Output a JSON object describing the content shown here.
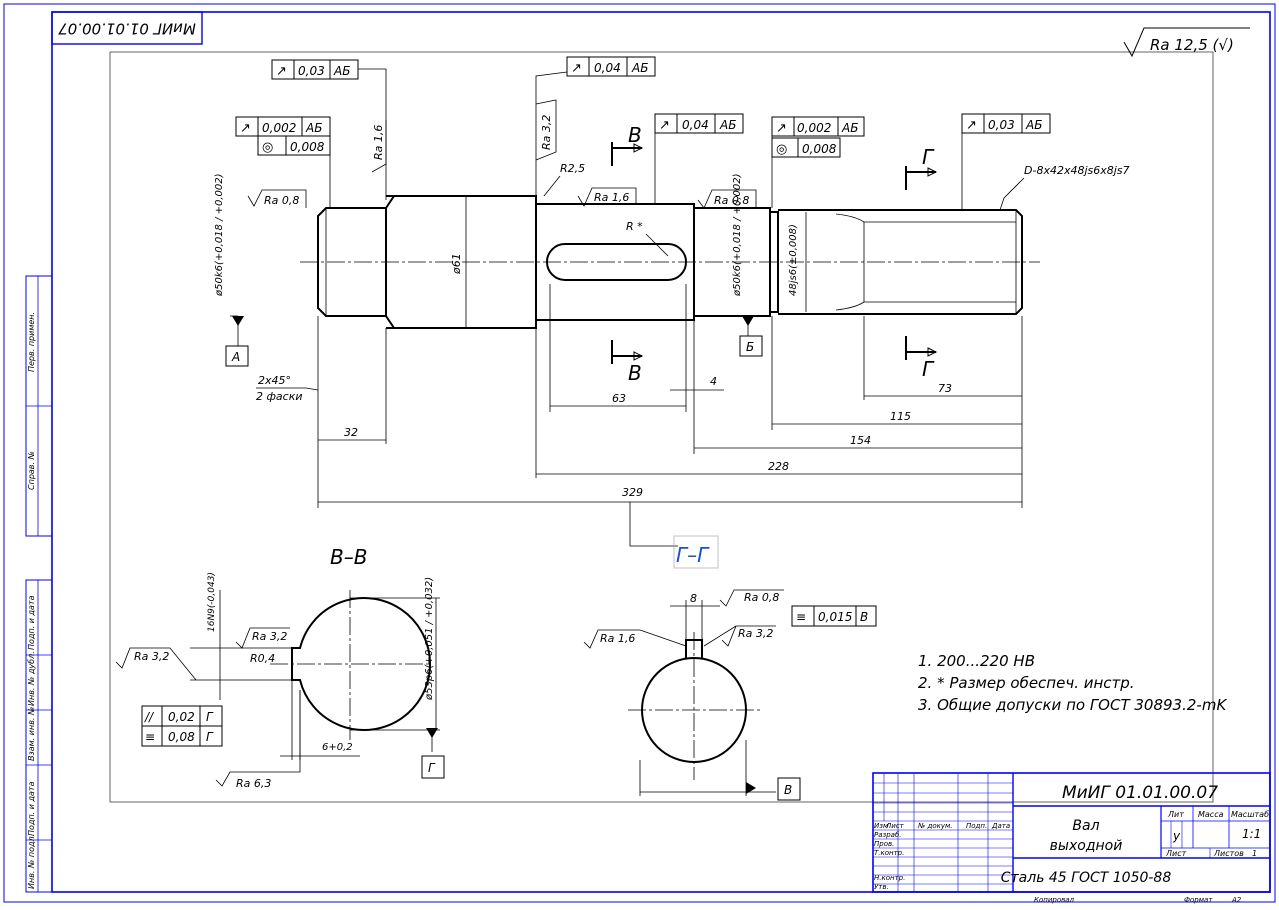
{
  "stamp": {
    "code_rotated": "МиИГ 01.01.00.07",
    "roughness_general": "Ra 12,5 (√)"
  },
  "main_view": {
    "leaders": {
      "l1": {
        "sym": "↗",
        "val": "0,03",
        "base": "АБ"
      },
      "l2": {
        "sym": "↗",
        "val": "0,002",
        "base": "АБ"
      },
      "l2b": {
        "sym": "◎",
        "val": "0,008"
      },
      "l3": {
        "sym": "↗",
        "val": "0,04",
        "base": "АБ"
      },
      "l4": {
        "sym": "↗",
        "val": "0,04",
        "base": "АБ"
      },
      "l5": {
        "sym": "↗",
        "val": "0,002",
        "base": "АБ"
      },
      "l5b": {
        "sym": "◎",
        "val": "0,008"
      },
      "l6": {
        "sym": "↗",
        "val": "0,03",
        "base": "АБ"
      }
    },
    "rough": {
      "r1": "Ra 0,8",
      "r2": "Ra 1,6",
      "r3": "Ra 3,2",
      "r4": "Ra 1,6",
      "r5": "Ra 0,8"
    },
    "labels": {
      "r25": "R2,5",
      "rstar": "R *",
      "spline": "D-8x42x48js6x8js7",
      "d50a": "ø50k6(+0,018 / +0,002)",
      "d61": "ø61",
      "d50b": "ø50k6(+0,018 / +0,002)",
      "d48": "48js6(±0,008)",
      "secB_top": "В",
      "secB_bot": "В",
      "secG_top": "Г",
      "secG_bot": "Г",
      "baseA": "А",
      "baseB": "Б",
      "chamfer1": "2x45°",
      "chamfer2": "2 фаски",
      "dim32": "32",
      "dim63": "63",
      "dim4": "4",
      "dim73": "73",
      "dim115": "115",
      "dim154": "154",
      "dim228": "228",
      "dim329": "329",
      "viewGG": "Г–Г"
    }
  },
  "section_bb": {
    "title": "В–В",
    "key": "16N9(-0,043)",
    "r04": "R0,4",
    "d53": "ø53p6(+0,051 / +0,032)",
    "dim6": "6+0,2",
    "ra32a": "Ra 3,2",
    "ra32b": "Ra 3,2",
    "ra63": "Ra 6,3",
    "baseG": "Г",
    "tol1": {
      "sym": "//",
      "val": "0,02",
      "base": "Г"
    },
    "tol2": {
      "sym": "≡",
      "val": "0,08",
      "base": "Г"
    }
  },
  "section_gg": {
    "dim8": "8",
    "ra08": "Ra 0,8",
    "ra16": "Ra 1,6",
    "ra32": "Ra 3,2",
    "tol": {
      "sym": "≡",
      "val": "0,015",
      "base": "В"
    },
    "baseB": "В"
  },
  "notes": [
    "1. 200...220 HB",
    "2. * Размер обеспеч. инстр.",
    "3. Общие допуски по ГОСТ 30893.2-mK"
  ],
  "side_strip": [
    "Перв. примен.",
    "Справ. №",
    "Подп. и дата",
    "Инв. № дубл.",
    "Взам. инв. №",
    "Подп. и дата",
    "Инв. № подл."
  ],
  "title_block": {
    "code": "МиИГ 01.01.00.07",
    "name1": "Вал",
    "name2": "выходной",
    "material": "Сталь 45 ГОСТ 1050-88",
    "col_lit": "Лит",
    "col_mass": "Масса",
    "col_scale": "Масштаб",
    "lit_val": "у",
    "scale_val": "1:1",
    "sheet": "Лист",
    "sheets": "Листов",
    "sheets_val": "1",
    "rows": [
      "Изм",
      "Лист",
      "№ докум.",
      "Подп.",
      "Дата"
    ],
    "roles": [
      "Разраб.",
      "Пров.",
      "Т.контр.",
      "",
      "Н.контр.",
      "Утв."
    ],
    "copied": "Копировал",
    "format": "Формат",
    "format_val": "A2"
  }
}
